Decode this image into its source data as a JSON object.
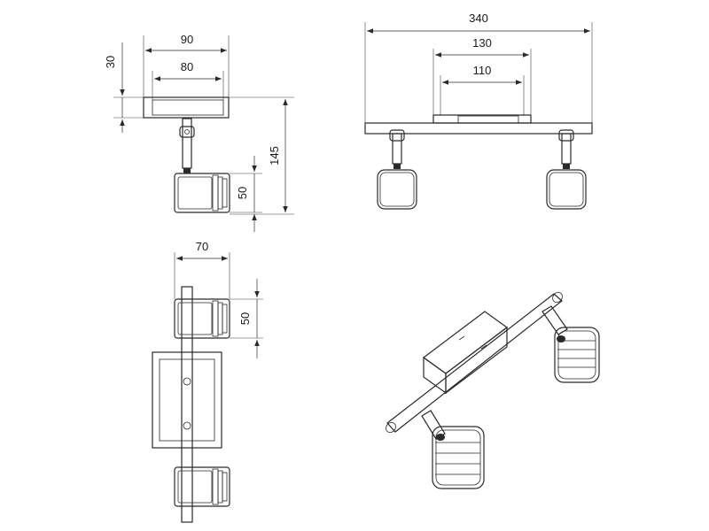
{
  "dimensions": {
    "side_view": {
      "width_outer": "90",
      "width_inner": "80",
      "plate_height": "30",
      "total_height": "145",
      "head_height": "50"
    },
    "front_view": {
      "total_length": "340",
      "plate_outer": "130",
      "plate_inner": "110"
    },
    "top_view": {
      "depth": "70",
      "head_length": "50"
    }
  }
}
